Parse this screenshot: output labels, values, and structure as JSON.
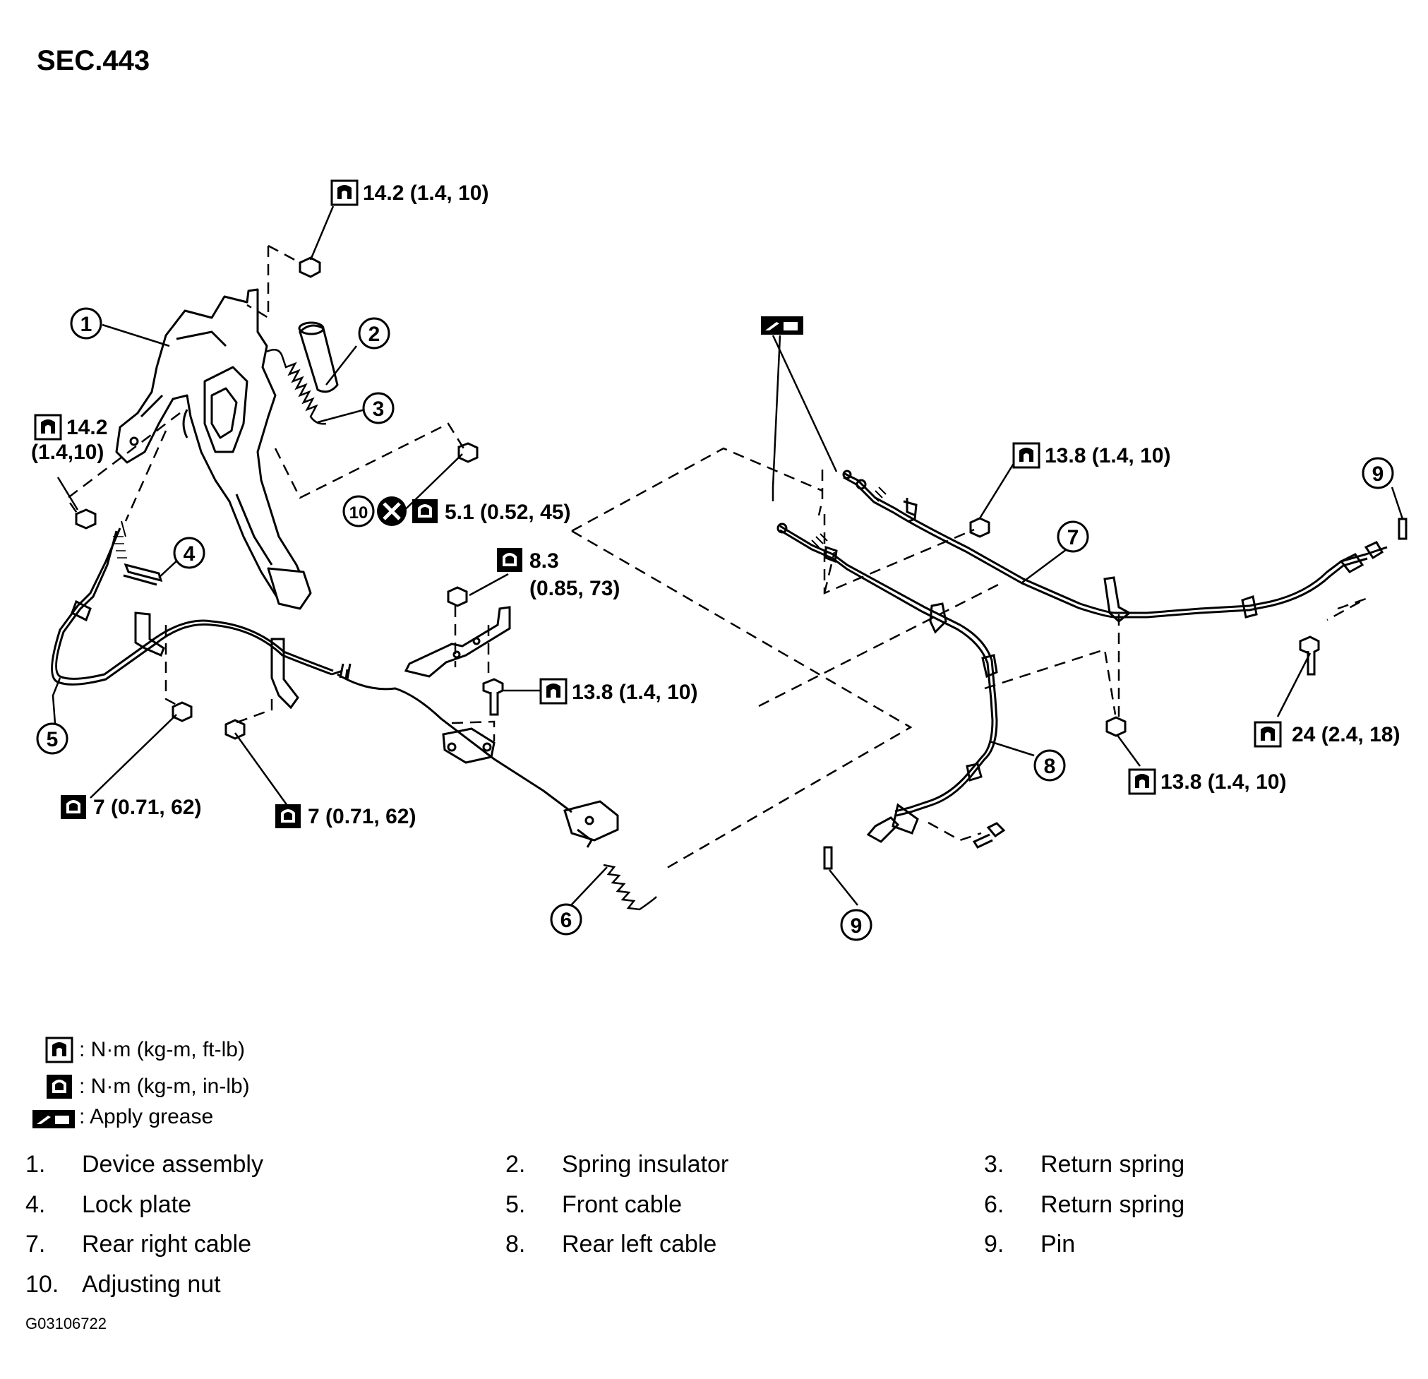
{
  "section": "SEC.443",
  "torque_callouts": [
    {
      "id": "t1",
      "value": "14.2 (1.4, 10)",
      "symbol": "torque-ftlb"
    },
    {
      "id": "t2a",
      "value": "14.2",
      "symbol": "torque-ftlb"
    },
    {
      "id": "t2b",
      "value": "(1.4,10)",
      "symbol": "none"
    },
    {
      "id": "t3",
      "value": "5.1 (0.52, 45)",
      "symbol": "torque-inlb"
    },
    {
      "id": "t4a",
      "value": "8.3",
      "symbol": "torque-inlb"
    },
    {
      "id": "t4b",
      "value": "(0.85, 73)",
      "symbol": "none"
    },
    {
      "id": "t5",
      "value": "13.8 (1.4, 10)",
      "symbol": "torque-ftlb"
    },
    {
      "id": "t6",
      "value": "7 (0.71, 62)",
      "symbol": "torque-inlb"
    },
    {
      "id": "t7",
      "value": "7 (0.71, 62)",
      "symbol": "torque-inlb"
    },
    {
      "id": "t8",
      "value": "13.8 (1.4, 10)",
      "symbol": "torque-ftlb"
    },
    {
      "id": "t9",
      "value": "24 (2.4, 18)",
      "symbol": "torque-ftlb"
    },
    {
      "id": "t10",
      "value": "13.8 (1.4, 10)",
      "symbol": "torque-ftlb"
    }
  ],
  "callout_numbers": [
    "1",
    "2",
    "3",
    "4",
    "5",
    "6",
    "7",
    "8",
    "9",
    "9",
    "10"
  ],
  "legend": [
    {
      "symbol": "torque-ftlb-icon",
      "text": ": N·m (kg-m, ft-lb)"
    },
    {
      "symbol": "torque-inlb-icon",
      "text": ": N·m (kg-m, in-lb)"
    },
    {
      "symbol": "grease-icon",
      "text": ": Apply grease"
    }
  ],
  "parts": [
    {
      "num": "1.",
      "name": "Device assembly"
    },
    {
      "num": "2.",
      "name": "Spring insulator"
    },
    {
      "num": "3.",
      "name": "Return spring"
    },
    {
      "num": "4.",
      "name": "Lock plate"
    },
    {
      "num": "5.",
      "name": "Front cable"
    },
    {
      "num": "6.",
      "name": "Return spring"
    },
    {
      "num": "7.",
      "name": "Rear right cable"
    },
    {
      "num": "8.",
      "name": "Rear left cable"
    },
    {
      "num": "9.",
      "name": "Pin"
    },
    {
      "num": "10.",
      "name": "Adjusting nut"
    }
  ],
  "figure_id": "G03106722"
}
